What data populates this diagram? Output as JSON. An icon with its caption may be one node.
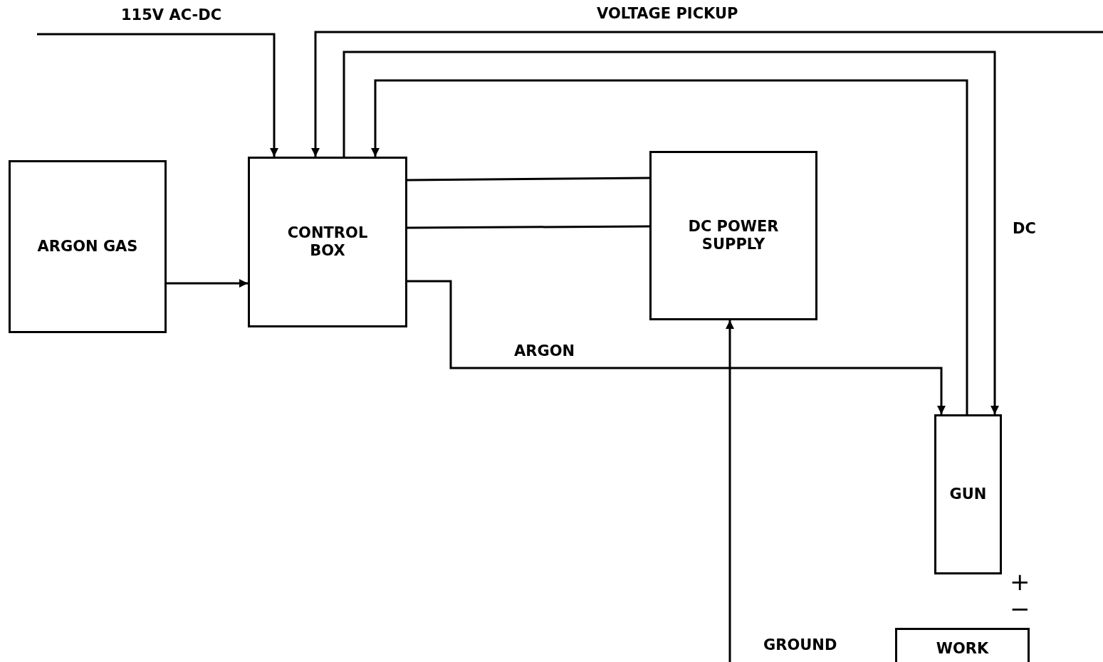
{
  "diagram": {
    "nodes": [
      {
        "text": [
          "ARGON GAS"
        ]
      },
      {
        "text": [
          "CONTROL BOX"
        ]
      },
      {
        "text": [
          "DC POWER SUPPLY"
        ]
      },
      {
        "text": [
          "GUN"
        ]
      },
      {
        "text": [
          "WORK"
        ]
      }
    ],
    "edges": [
      {
        "from": null,
        "to": 1,
        "arrow": "to",
        "label": "115V AC-DC"
      },
      {
        "from": null,
        "to": 1,
        "arrow": "to",
        "label": "VOLTAGE PICKUP"
      },
      {
        "from": 1,
        "to": 3,
        "arrow": "to",
        "label": "DC"
      },
      {
        "from": 3,
        "to": 1,
        "arrow": "to"
      },
      {
        "from": 1,
        "to": 2,
        "arrow": "none"
      },
      {
        "from": 1,
        "to": 2,
        "arrow": "none"
      },
      {
        "from": 0,
        "to": 1,
        "arrow": "to"
      },
      {
        "from": 1,
        "to": 3,
        "arrow": "to",
        "label": "ARGON"
      },
      {
        "from": null,
        "to": 2,
        "arrow": "to",
        "label": "GROUND"
      }
    ],
    "labels": [
      "+",
      "−"
    ]
  }
}
